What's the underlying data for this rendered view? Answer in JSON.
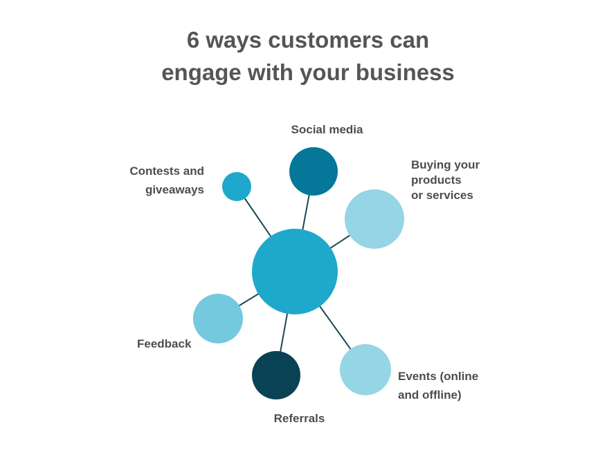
{
  "title": {
    "line1": "6 ways customers can",
    "line2": "engage with your business"
  },
  "diagram": {
    "hub": {
      "label": "",
      "color": "#1ea8cc"
    },
    "nodes": [
      {
        "id": "social-media",
        "label_lines": [
          "Social media"
        ],
        "color": "#057799"
      },
      {
        "id": "buying",
        "label_lines": [
          "Buying your",
          "products",
          "or services"
        ],
        "color": "#95d5e5"
      },
      {
        "id": "events",
        "label_lines": [
          "Events (online",
          "and offline)"
        ],
        "color": "#95d5e5"
      },
      {
        "id": "referrals",
        "label_lines": [
          "Referrals"
        ],
        "color": "#084254"
      },
      {
        "id": "feedback",
        "label_lines": [
          "Feedback"
        ],
        "color": "#74c9df"
      },
      {
        "id": "contests",
        "label_lines": [
          "Contests and",
          "giveaways"
        ],
        "color": "#1ea8cc"
      }
    ],
    "connector_color": "#1c4653"
  }
}
